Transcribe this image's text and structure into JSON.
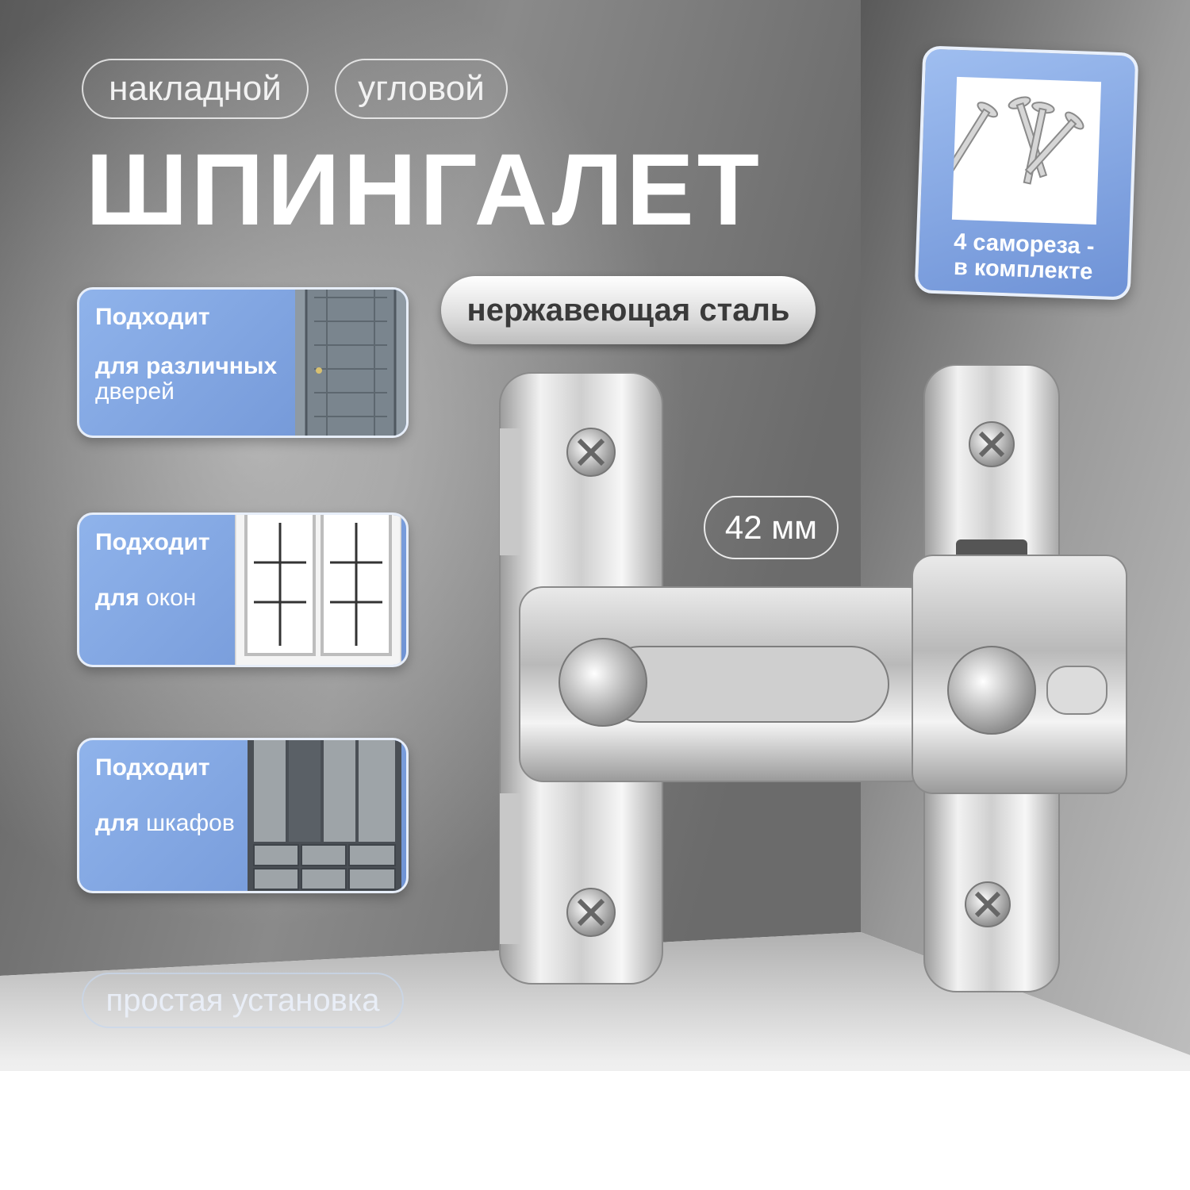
{
  "tags": {
    "overlay": "накладной",
    "corner": "угловой"
  },
  "title": "ШПИНГАЛЕТ",
  "material_badge": "нержавеющая сталь",
  "dimension_label": "42 мм",
  "screws_note": {
    "line1": "4 самореза -",
    "line2": "в комплекте"
  },
  "cards": [
    {
      "line1": "Подходит",
      "prefix": "для",
      "rest": " различных",
      "line3": "дверей"
    },
    {
      "line1": "Подходит",
      "prefix": "для",
      "rest": " окон"
    },
    {
      "line1": "Подходит",
      "prefix": "для",
      "rest": " шкафов"
    }
  ],
  "install_badge": "простая установка",
  "colors": {
    "card_blue": "#7fa3e2",
    "background_gray": "#5f5f5f",
    "accent_white": "#ffffff"
  }
}
